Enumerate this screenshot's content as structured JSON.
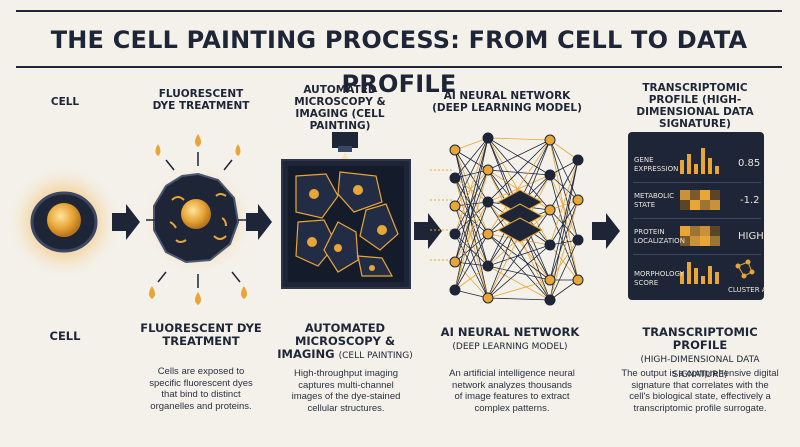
{
  "title": "THE CELL PAINTING PROCESS: FROM CELL TO DATA PROFILE",
  "colors": {
    "navy": "#1d2537",
    "gold": "#e8a637",
    "background": "#f4f1ea"
  },
  "steps": [
    {
      "head_top": "CELL",
      "head_bottom": "CELL",
      "head_bottom_sub": "",
      "description": ""
    },
    {
      "head_top": "FLUORESCENT DYE TREATMENT",
      "head_bottom": "FLUORESCENT DYE TREATMENT",
      "head_bottom_sub": "",
      "description": "Cells are exposed to specific fluorescent dyes that bind to distinct organelles and proteins."
    },
    {
      "head_top": "AUTOMATED MICROSCOPY & IMAGING (CELL PAINTING)",
      "head_bottom": "AUTOMATED MICROSCOPY & IMAGING",
      "head_bottom_sub": "(CELL PAINTING)",
      "description": "High-throughput imaging captures multi-channel images of the dye-stained cellular structures."
    },
    {
      "head_top": "AI NEURAL NETWORK (DEEP LEARNING MODEL)",
      "head_bottom": "AI NEURAL NETWORK",
      "head_bottom_sub": "(DEEP LEARNING MODEL)",
      "description": "An artificial intelligence neural network analyzes thousands of image features to extract complex patterns."
    },
    {
      "head_top": "TRANSCRIPTOMIC PROFILE (HIGH-DIMENSIONAL DATA SIGNATURE)",
      "head_bottom": "TRANSCRIPTOMIC PROFILE",
      "head_bottom_sub": "(HIGH-DIMENSIONAL DATA SIGNATURE)",
      "description": "The output is a comprehensive digital signature that correlates with the cell's biological state, effectively a transcriptomic profile surrogate."
    }
  ],
  "profile_rows": [
    {
      "label": "GENE EXPRESSION",
      "value": "0.85"
    },
    {
      "label": "METABOLIC STATE",
      "value": "-1.2"
    },
    {
      "label": "PROTEIN LOCALIZATION",
      "value": "HIGH"
    },
    {
      "label": "MORPHOLOGY SCORE",
      "value": "CLUSTER A"
    }
  ]
}
